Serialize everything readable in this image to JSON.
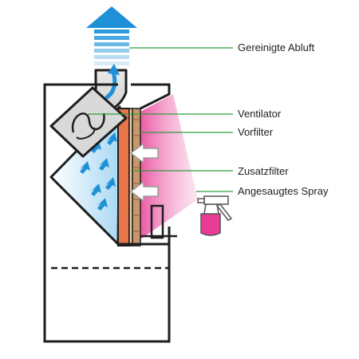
{
  "labels": {
    "exhaust": "Gereinigte Abluft",
    "fan": "Ventilator",
    "prefilter": "Vorfilter",
    "additional_filter": "Zusatzfilter",
    "spray": "Angesaugtes Spray"
  },
  "colors": {
    "cabinet_outline": "#1e1e1e",
    "leader_line": "#2e9d3a",
    "exhaust_blue": "#1e90d8",
    "clean_air": "#bfe3f7",
    "spray_pink": "#e83c96",
    "filter_orange": "#e8744a",
    "prefilter_brown": "#c9986a",
    "fan_grey": "#d9d9d9"
  },
  "icons": [
    "exhaust-arrow-icon",
    "fan-icon",
    "spray-bottle-icon",
    "airflow-arrow-icon"
  ]
}
